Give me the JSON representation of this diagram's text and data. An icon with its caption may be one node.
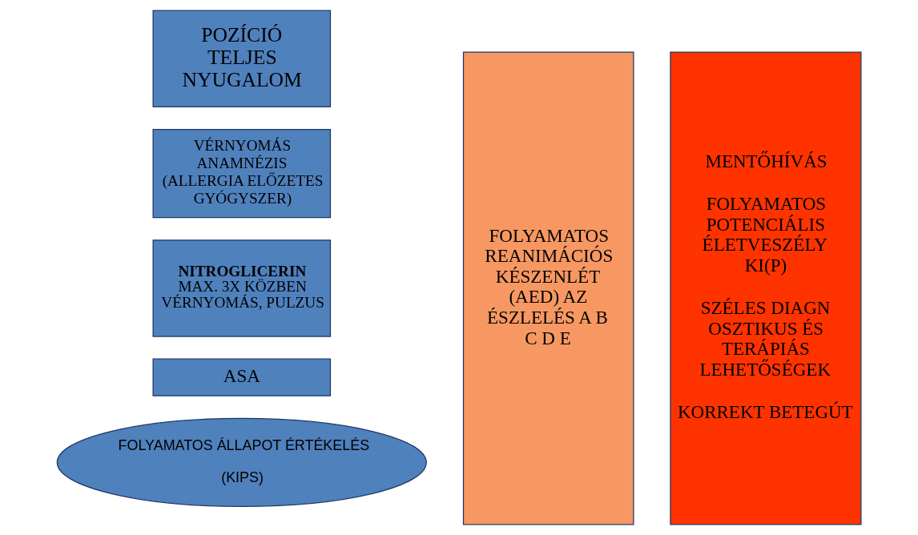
{
  "diagram": {
    "nodes": [
      {
        "text": [
          "POZÍCIÓ TELJES NYUGALOM"
        ]
      },
      {
        "text": [
          "VÉRNYOMÁS ANAMNÉZIS (ALLERGIA ELŐZETES GYÓGYSZER)"
        ]
      },
      {
        "text": [
          "NITROGLICERIN",
          "MAX. 3X KÖZBEN VÉRNYOMÁS, PULZUS"
        ]
      },
      {
        "text": [
          "ASA"
        ]
      },
      {
        "text": [
          "FOLYAMATOS ÁLLAPOT ÉRTÉKELÉS",
          "(KIPS)"
        ]
      },
      {
        "text": [
          "FOLYAMATOS REANIMÁCIÓS KÉSZENLÉT (AED) AZ ÉSZLELÉS A B C D E"
        ]
      },
      {
        "text": [
          "MENTŐHÍVÁS",
          "FOLYAMATOS POTENCIÁLIS ÉLETVESZÉLY KI(P)",
          "SZÉLES DIAGNOSZTIKUS ÉS TERÁPIÁS LEHETŐSÉGEK",
          "KORREKT BETEGÚT"
        ]
      }
    ]
  }
}
